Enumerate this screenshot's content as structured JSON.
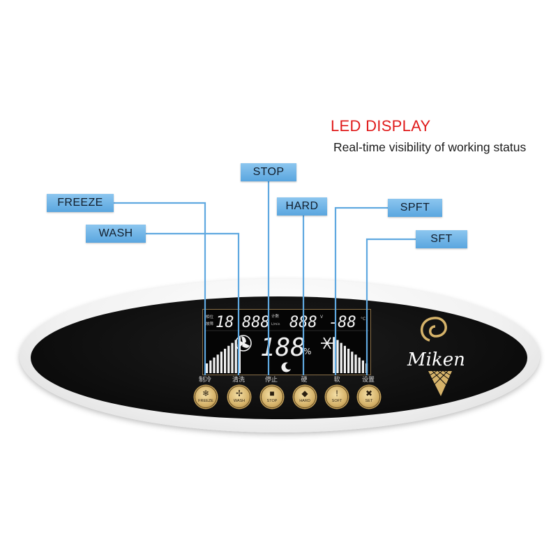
{
  "heading": "LED DISPLAY",
  "description": "Real-time visibility of working status",
  "tags": {
    "freeze": "FREEZE",
    "wash": "WASH",
    "stop": "STOP",
    "hard": "HARD",
    "spft": "SPFT",
    "sft": "SFT"
  },
  "lcd": {
    "label_position": "相位",
    "label_fault": "故障",
    "digits_left": "18",
    "digits_count": "888",
    "count_label": "计数",
    "count_unit": "L/min",
    "digits_volt": "888",
    "volt_unit": "V",
    "digits_temp": "-88",
    "temp_unit": "°C",
    "digits_main": "188",
    "main_unit": "%"
  },
  "buttons": [
    {
      "cn": "制冷",
      "en": "FREEZE",
      "icon": "snowflake-icon",
      "glyph": "❄"
    },
    {
      "cn": "清洗",
      "en": "WASH",
      "icon": "fan-icon",
      "glyph": "✢"
    },
    {
      "cn": "停止",
      "en": "STOP",
      "icon": "stop-icon",
      "glyph": "■"
    },
    {
      "cn": "硬",
      "en": "HARD",
      "icon": "cone-hard-icon",
      "glyph": "◆"
    },
    {
      "cn": "软",
      "en": "SOFT",
      "icon": "exclamation-icon",
      "glyph": "!"
    },
    {
      "cn": "设置",
      "en": "SET",
      "icon": "tools-icon",
      "glyph": "✖"
    }
  ],
  "brand": "Miken",
  "colors": {
    "heading": "#e01b1b",
    "tag": "#6fb3e6",
    "leader": "#5fa8e0",
    "gold": "#d6b36a"
  }
}
